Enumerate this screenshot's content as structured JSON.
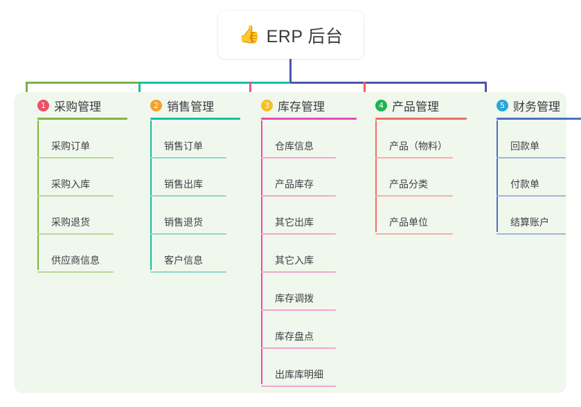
{
  "root": {
    "icon": "thumbs-up-icon",
    "icon_glyph": "👍",
    "title": "ERP 后台"
  },
  "palette": {
    "page_background": "#ffffff",
    "panel_background": "#f0f7ec",
    "root_card_background": "#ffffff",
    "root_stem": "#4a55ae",
    "bar_green": "#76b442",
    "bar_teal": "#13bfa6",
    "bar_blue": "#4a55ae"
  },
  "columns": [
    {
      "number": "1",
      "title": "采购管理",
      "badge_color": "#ef4f67",
      "rule_color": "#7cb53f",
      "leaf_rule_color": "#b7d89a",
      "spine_color": "#7cb53f",
      "drop_color": "#76b442",
      "items": [
        "采购订单",
        "采购入库",
        "采购退货",
        "供应商信息"
      ]
    },
    {
      "number": "2",
      "title": "销售管理",
      "badge_color": "#f5a12a",
      "rule_color": "#13bfa6",
      "leaf_rule_color": "#8fd9cd",
      "spine_color": "#13bfa6",
      "drop_color": "#13bfa6",
      "items": [
        "销售订单",
        "销售出库",
        "销售退货",
        "客户信息"
      ]
    },
    {
      "number": "3",
      "title": "库存管理",
      "badge_color": "#f6c026",
      "rule_color": "#e84bb0",
      "leaf_rule_color": "#f2a5d2",
      "spine_color": "#e84bb0",
      "drop_color": "#ee4f93",
      "items": [
        "仓库信息",
        "产品库存",
        "其它出库",
        "其它入库",
        "库存调拨",
        "库存盘点",
        "出库库明细"
      ]
    },
    {
      "number": "4",
      "title": "产品管理",
      "badge_color": "#1fb354",
      "rule_color": "#ef6d63",
      "leaf_rule_color": "#f5afa8",
      "spine_color": "#ef6d63",
      "drop_color": "#f2605c",
      "items": [
        "产品（物料）",
        "产品分类",
        "产品单位"
      ]
    },
    {
      "number": "5",
      "title": "财务管理",
      "badge_color": "#26a6dd",
      "rule_color": "#4a6fc4",
      "leaf_rule_color": "#9fb4e2",
      "spine_color": "#4a6fc4",
      "drop_color": "#4a55ae",
      "items": [
        "回款单",
        "付款单",
        "结算账户"
      ]
    }
  ]
}
